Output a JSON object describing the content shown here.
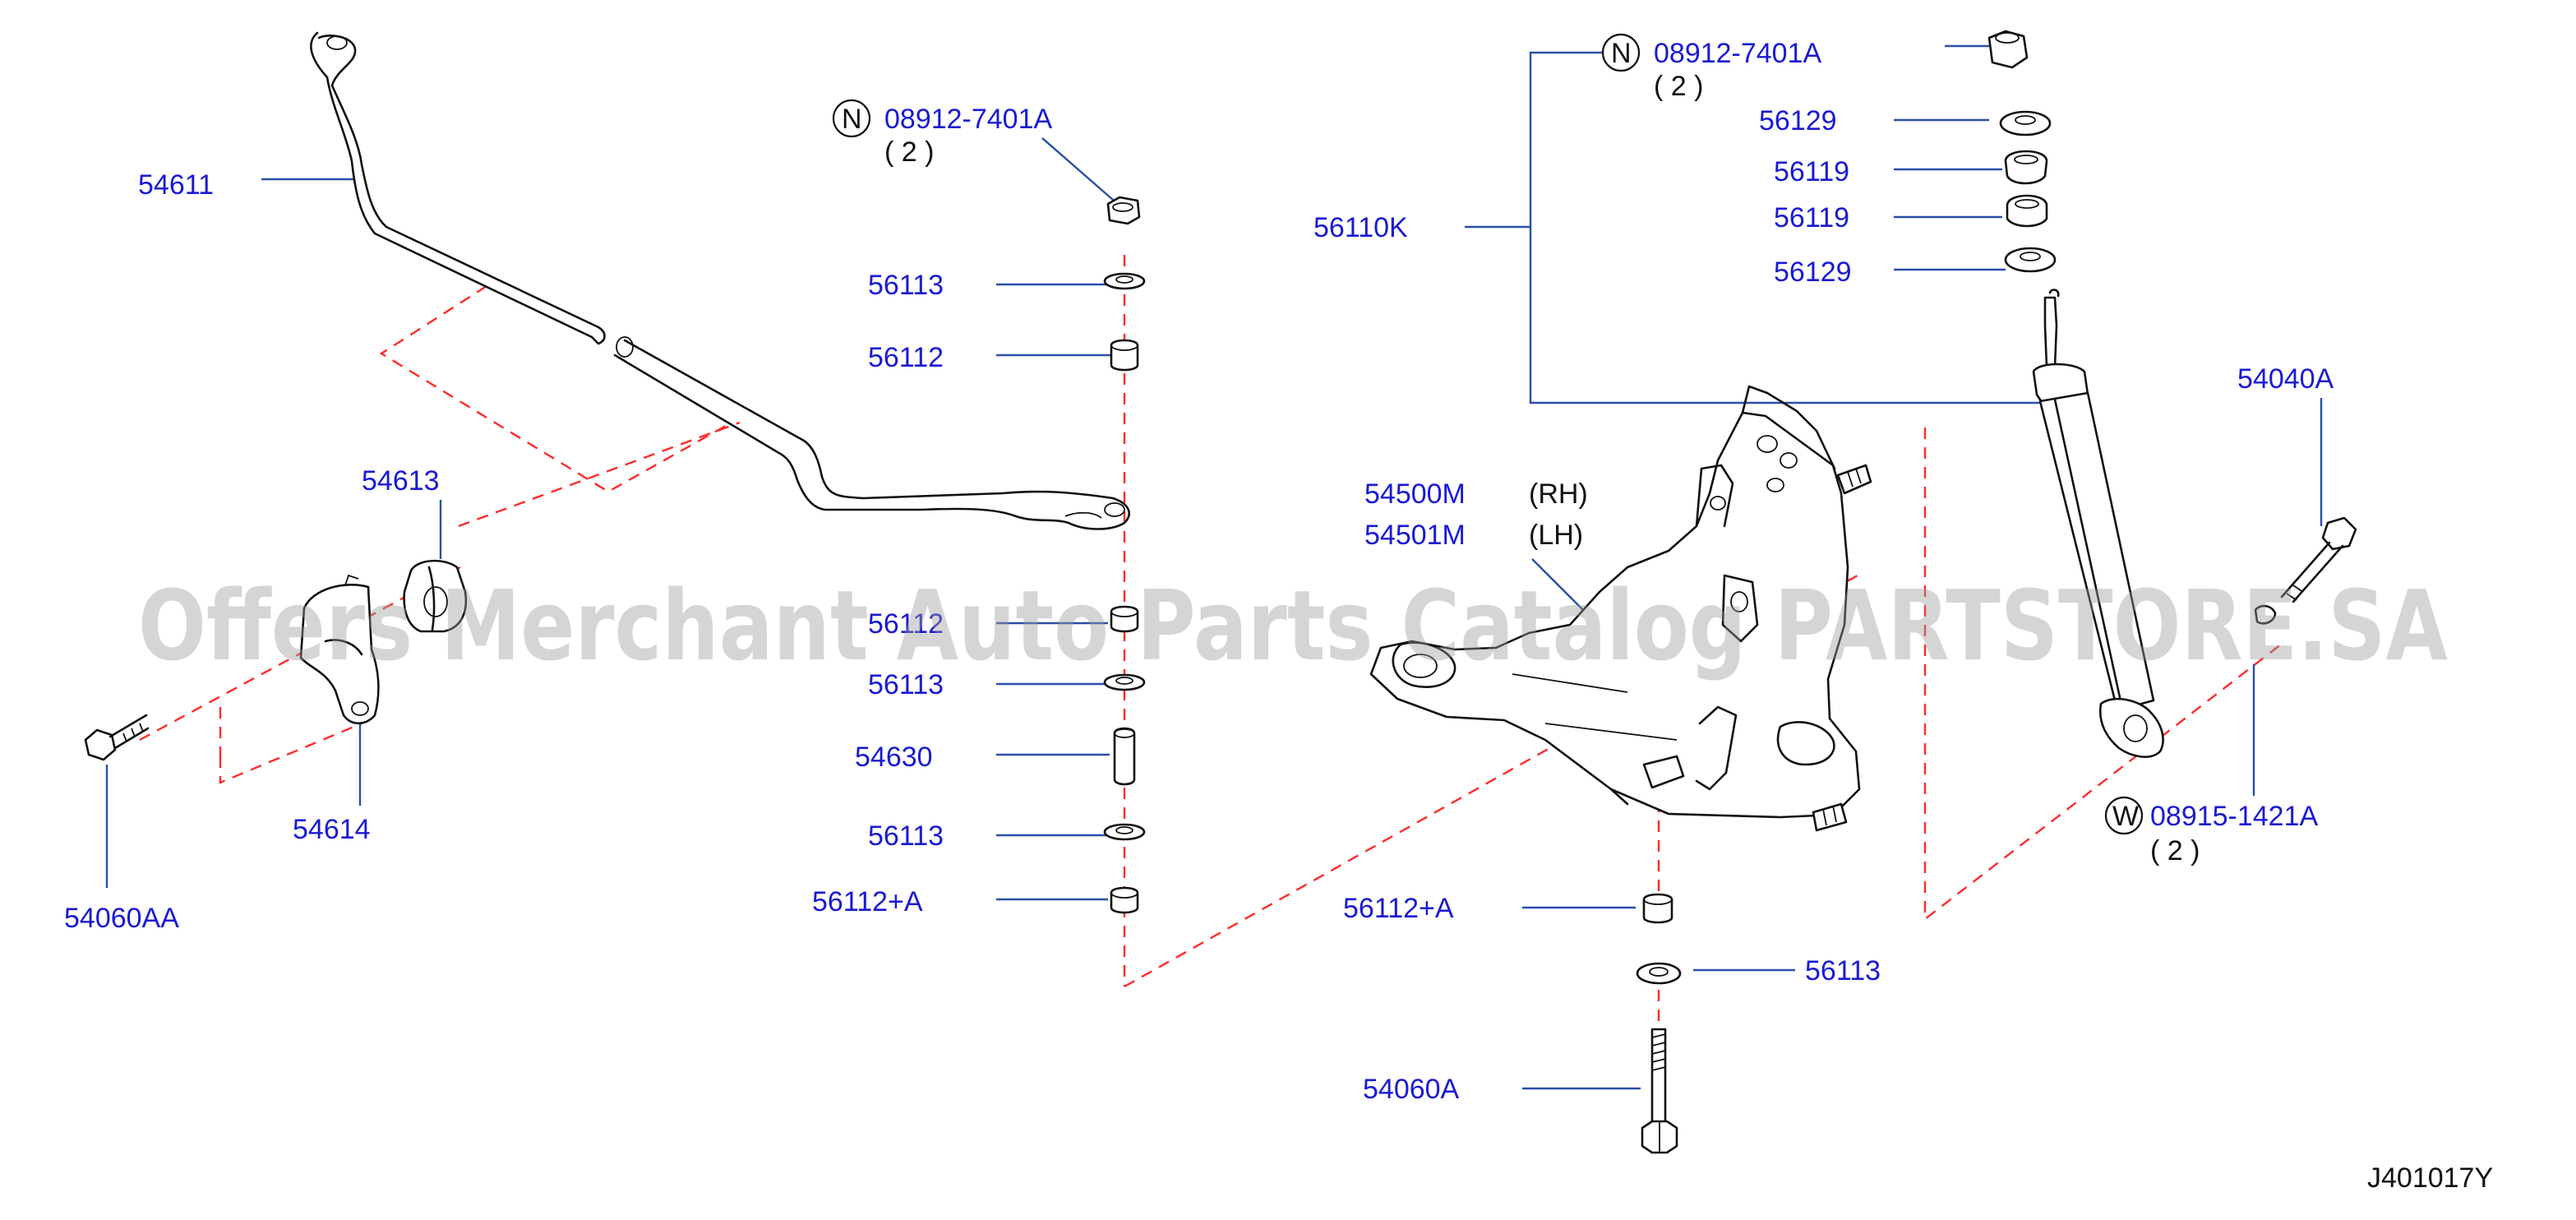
{
  "labels": {
    "p54611": "54611",
    "p54613": "54613",
    "p54614": "54614",
    "p54060AA": "54060AA",
    "nut_top_mid": "08912-7401A",
    "nut_top_mid_qty": "( 2 )",
    "p56113_a": "56113",
    "p56112_a": "56112",
    "p56112_b": "56112",
    "p56113_b": "56113",
    "p54630": "54630",
    "p56113_c": "56113",
    "p56112A_a": "56112+A",
    "nut_top_right": "08912-7401A",
    "nut_top_right_qty": "( 2 )",
    "p56129_a": "56129",
    "p56119_a": "56119",
    "p56119_b": "56119",
    "p56129_b": "56129",
    "p56110K": "56110K",
    "p54040A": "54040A",
    "p54500M": "54500M",
    "rh": "(RH)",
    "p54501M": "54501M",
    "lh": "(LH)",
    "washer_right": "08915-1421A",
    "washer_right_qty": "( 2 )",
    "p56112A_b": "56112+A",
    "p56113_d": "56113",
    "p54060A": "54060A",
    "diagram_code": "J401017Y"
  },
  "markers": {
    "n": "N",
    "w": "W"
  },
  "watermark": "Offers Merchant Auto Parts Catalog PARTSTORE.SA",
  "colors": {
    "label": "#1a1ad4",
    "leader": "#2a4fa8",
    "dashed": "#ff2a2a",
    "line": "#111111"
  }
}
